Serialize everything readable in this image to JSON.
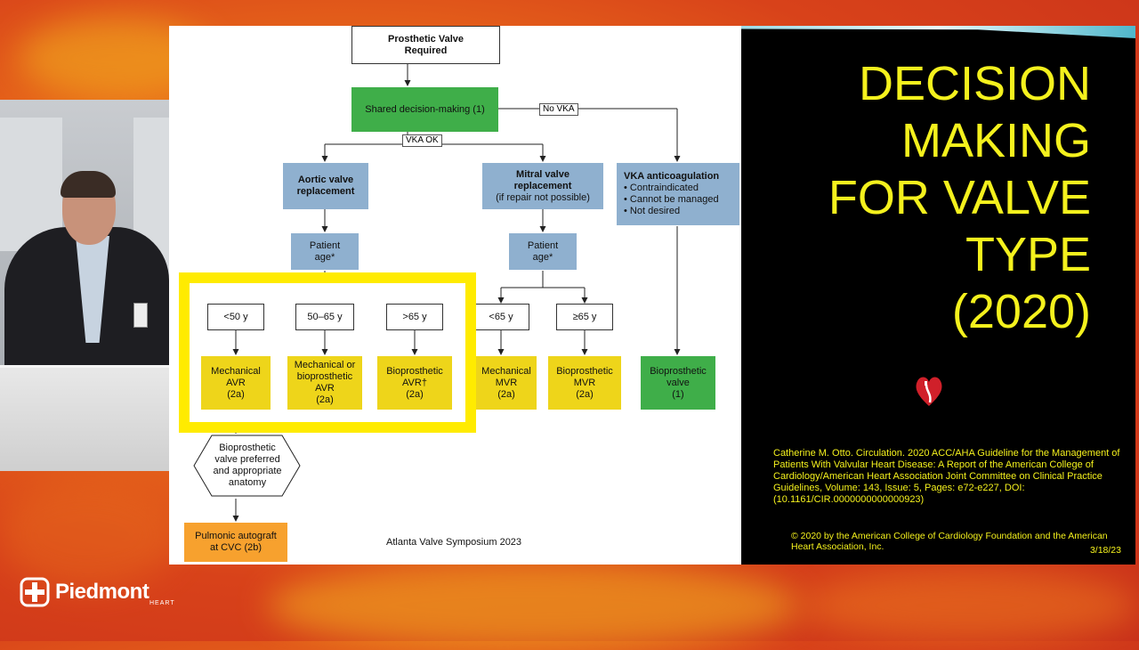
{
  "flowchart": {
    "start": "Prosthetic Valve\nRequired",
    "shared": "Shared decision-making (1)",
    "no_vka": "No VKA",
    "vka_ok": "VKA OK",
    "aortic": "Aortic valve\nreplacement",
    "mitral_title": "Mitral valve\nreplacement",
    "mitral_sub": "(if repair not possible)",
    "vka_title": "VKA anticoagulation",
    "vka_items": [
      "• Contraindicated",
      "• Cannot be managed",
      "• Not desired"
    ],
    "age_a": "Patient\nage*",
    "age_m": "Patient\nage*",
    "lt50": "<50 y",
    "a50_65": "50–65 y",
    "gt65": ">65 y",
    "lt65": "<65 y",
    "ge65": "≥65 y",
    "mech_avr": "Mechanical\nAVR\n(2a)",
    "mech_or_bio": "Mechanical or\nbioprosthetic\nAVR\n(2a)",
    "bio_avr": "Bioprosthetic\nAVR†\n(2a)",
    "mech_mvr": "Mechanical\nMVR\n(2a)",
    "bio_mvr": "Bioprosthetic\nMVR\n(2a)",
    "bio_valve": "Bioprosthetic\nvalve\n(1)",
    "hex": "Bioprosthetic\nvalve preferred\nand appropriate\nanatomy",
    "pulmonic": "Pulmonic autograft\nat CVC (2b)"
  },
  "footer": "Atlanta Valve Symposium 2023",
  "title": [
    "DECISION",
    "MAKING",
    "FOR VALVE",
    "TYPE",
    "(2020)"
  ],
  "citation": "Catherine M. Otto. Circulation. 2020 ACC/AHA Guideline for the Management of Patients With Valvular Heart Disease: A Report of the American College of Cardiology/American Heart Association Joint Committee on Clinical Practice Guidelines, Volume: 143, Issue: 5, Pages: e72-e227, DOI: (10.1161/CIR.0000000000000923)",
  "copyright": "© 2020 by the American College of Cardiology Foundation and the American Heart Association, Inc.",
  "date": "3/18/23",
  "logo": {
    "name": "Piedmont",
    "sub": "HEART"
  },
  "colors": {
    "highlight": "#ffeb00",
    "title": "#f4f11d",
    "green": "#3fae49",
    "blue": "#8fb0cf",
    "yellow": "#eed51a",
    "orange": "#f7a12e"
  }
}
